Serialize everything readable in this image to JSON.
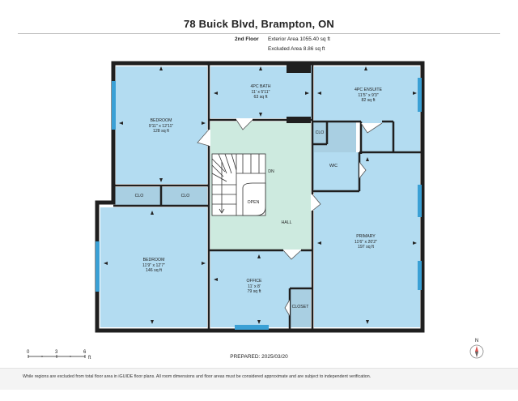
{
  "header": {
    "title": "78 Buick Blvd, Brampton, ON",
    "floor": "2nd Floor",
    "exterior_area": "Exterior Area 1055.40 sq ft",
    "excluded_area": "Excluded Area 8.86 sq ft"
  },
  "rooms": {
    "bath": {
      "name": "4PC BATH",
      "dims": "11' x 5'11\"",
      "area": "63 sq ft"
    },
    "ensuite": {
      "name": "4PC ENSUITE",
      "dims": "11'5\" x 9'3\"",
      "area": "82 sq ft"
    },
    "bedroom1": {
      "name": "BEDROOM",
      "dims": "9'11\" x 12'11\"",
      "area": "128 sq ft"
    },
    "bedroom2": {
      "name": "BEDROOM",
      "dims": "11'9\" x 12'7\"",
      "area": "146 sq ft"
    },
    "office": {
      "name": "OFFICE",
      "dims": "11' x 8'",
      "area": "79 sq ft"
    },
    "primary": {
      "name": "PRIMARY",
      "dims": "11'6\" x 20'2\"",
      "area": "197 sq ft"
    },
    "hall": "HALL",
    "open": "OPEN",
    "dn": "DN",
    "wic": "WIC",
    "clo_top": "CLO",
    "clo_left": "CLO",
    "clo_right": "CLO",
    "closet": "CLOSET"
  },
  "scale": {
    "t0": "0",
    "t3": "3",
    "t6": "6",
    "unit": "ft"
  },
  "prepared": "PREPARED: 2025/03/20",
  "compass_label": "N",
  "footer": "While regions are excluded from total floor area in iGUIDE floor plans. All room dimensions and floor areas must be considered approximate and are subject to independent verification.",
  "colors": {
    "room": "#b3dcf1",
    "hall": "#cdeadf",
    "closet": "#a9cfe2",
    "wall": "#1f1f1f",
    "window": "#3aa0d5"
  }
}
